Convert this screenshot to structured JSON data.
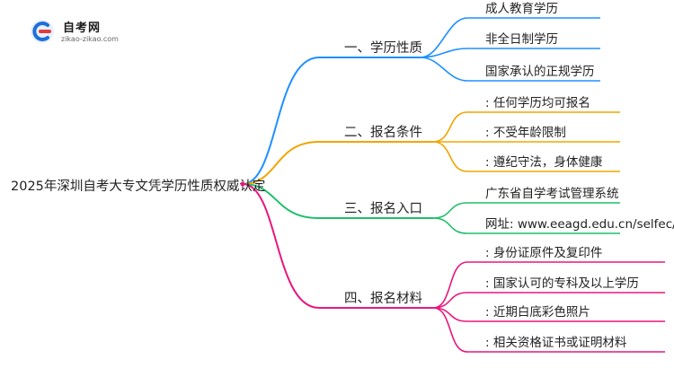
{
  "logo": {
    "title": "自考网",
    "url": "zikao-zikao.com"
  },
  "root": {
    "label": "2025年深圳自考大专文凭学历性质权威认定"
  },
  "branches": [
    {
      "label": "一、学历性质",
      "color": "#1e90ff",
      "items": [
        "成人教育学历",
        "非全日制学历",
        "国家承认的正规学历"
      ]
    },
    {
      "label": "二、报名条件",
      "color": "#f0a500",
      "items": [
        ": 任何学历均可报名",
        ": 不受年龄限制",
        ": 遵纪守法，身体健康"
      ]
    },
    {
      "label": "三、报名入口",
      "color": "#1fbf6a",
      "items": [
        "广东省自学考试管理系统",
        "网址: www.eeagd.edu.cn/selfec/"
      ]
    },
    {
      "label": "四、报名材料",
      "color": "#e8177d",
      "items": [
        ": 身份证原件及复印件",
        ": 国家认可的专科及以上学历",
        ": 近期白底彩色照片",
        ": 相关资格证书或证明材料"
      ]
    }
  ]
}
